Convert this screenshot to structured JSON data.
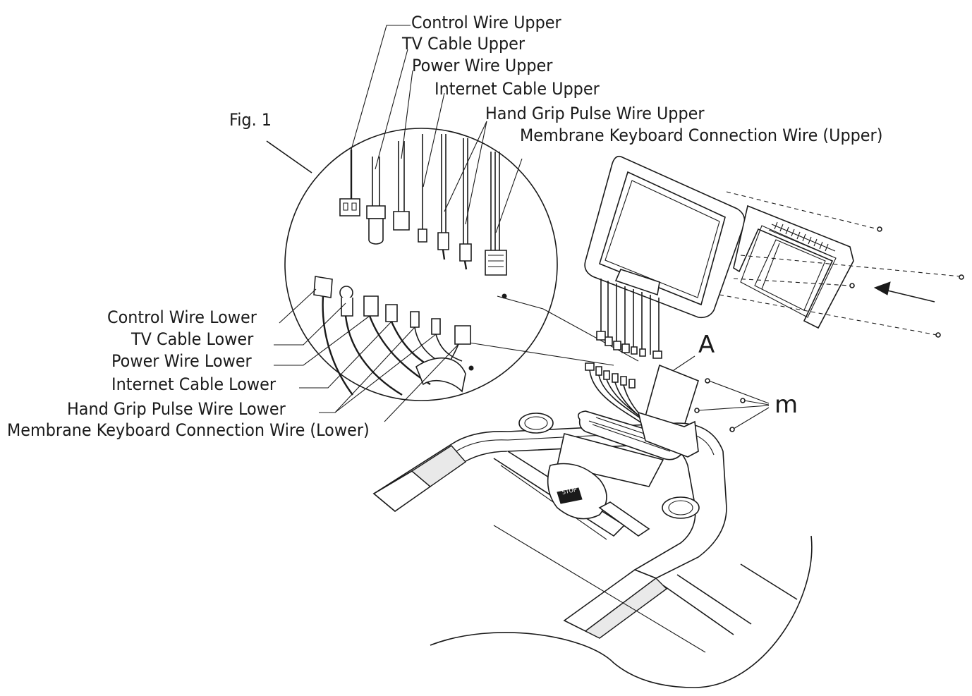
{
  "figure": {
    "fig_label": "Fig. 1",
    "upper_labels": [
      "Control Wire Upper",
      "TV Cable Upper",
      "Power Wire Upper",
      "Internet Cable Upper",
      "Hand Grip Pulse Wire Upper",
      "Membrane Keyboard Connection Wire (Upper)"
    ],
    "lower_labels": [
      "Control Wire Lower",
      "TV Cable Lower",
      "Power Wire Lower",
      "Internet Cable Lower",
      "Hand Grip Pulse Wire Lower",
      "Membrane Keyboard Connection Wire (Lower)"
    ],
    "part_a": "A",
    "part_m": "m",
    "stop_label": "STOP"
  }
}
